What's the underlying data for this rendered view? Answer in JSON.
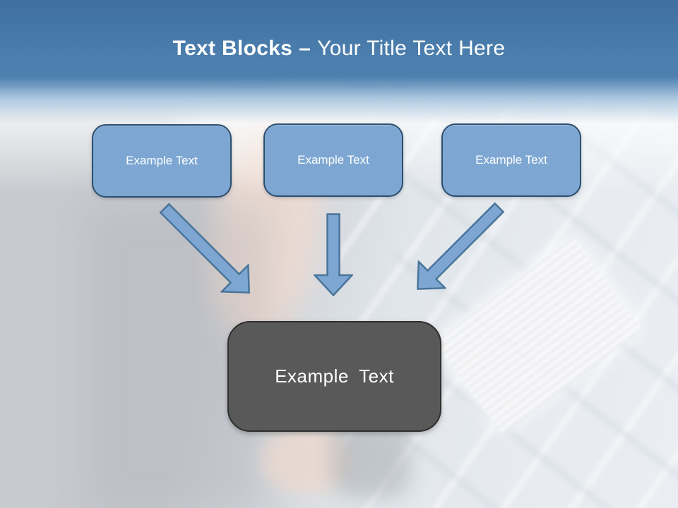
{
  "slide": {
    "title": {
      "bold": "Text Blocks",
      "separator": "–",
      "rest": "Your Title Text Here"
    },
    "source_blocks": [
      {
        "label": "Example Text"
      },
      {
        "label": "Example Text"
      },
      {
        "label": "Example Text"
      }
    ],
    "target_block": {
      "label": "Example Text"
    },
    "colors": {
      "header_top": "#3e6f9f",
      "header_mid": "#4d80af",
      "block_fill": "#7da7d2",
      "block_border": "#2d4e6e",
      "block_text": "#ffffff",
      "target_fill": "#595959",
      "target_border": "#2e2e2e",
      "target_text": "#ffffff",
      "arrow_fill": "#7da7d2",
      "arrow_stroke": "#4a7499"
    }
  }
}
